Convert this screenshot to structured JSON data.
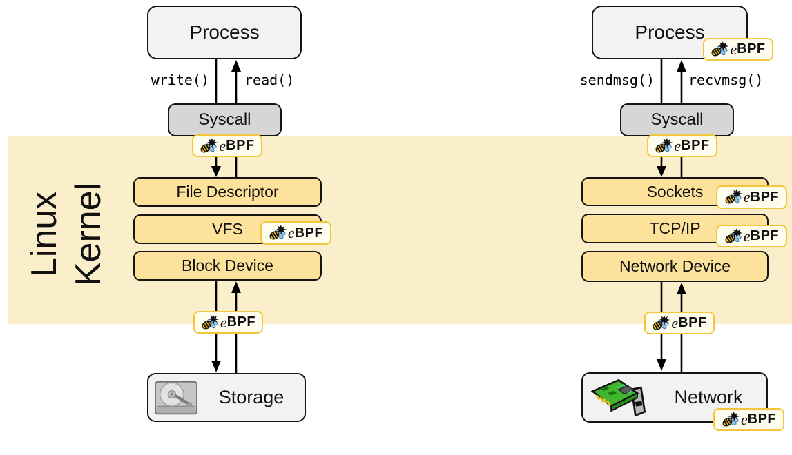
{
  "kernel_band": {
    "label_line1": "Linux",
    "label_line2": "Kernel",
    "bg_color": "#FBEECB"
  },
  "ebpf_badge": {
    "e": "e",
    "bpf": "BPF",
    "bg_color": "#FFFDEE",
    "border_color": "#F2C73D",
    "bee_icon": "ebpf-bee-icon"
  },
  "colors": {
    "endpoint_fill": "#F2F2F2",
    "syscall_fill": "#D6D6D6",
    "layer_fill": "#FCE29B",
    "outline": "#151515"
  },
  "icons": {
    "storage": "hard-disk-icon",
    "network": "network-card-icon",
    "bee": "ebpf-bee-icon"
  },
  "columns": [
    {
      "name": "storage-path",
      "process": "Process",
      "call_down": "write()",
      "call_up": "read()",
      "syscall": "Syscall",
      "layers": [
        "File Descriptor",
        "VFS",
        "Block Device"
      ],
      "endpoint": "Storage"
    },
    {
      "name": "network-path",
      "process": "Process",
      "call_down": "sendmsg()",
      "call_up": "recvmsg()",
      "syscall": "Syscall",
      "layers": [
        "Sockets",
        "TCP/IP",
        "Network Device"
      ],
      "endpoint": "Network"
    }
  ]
}
